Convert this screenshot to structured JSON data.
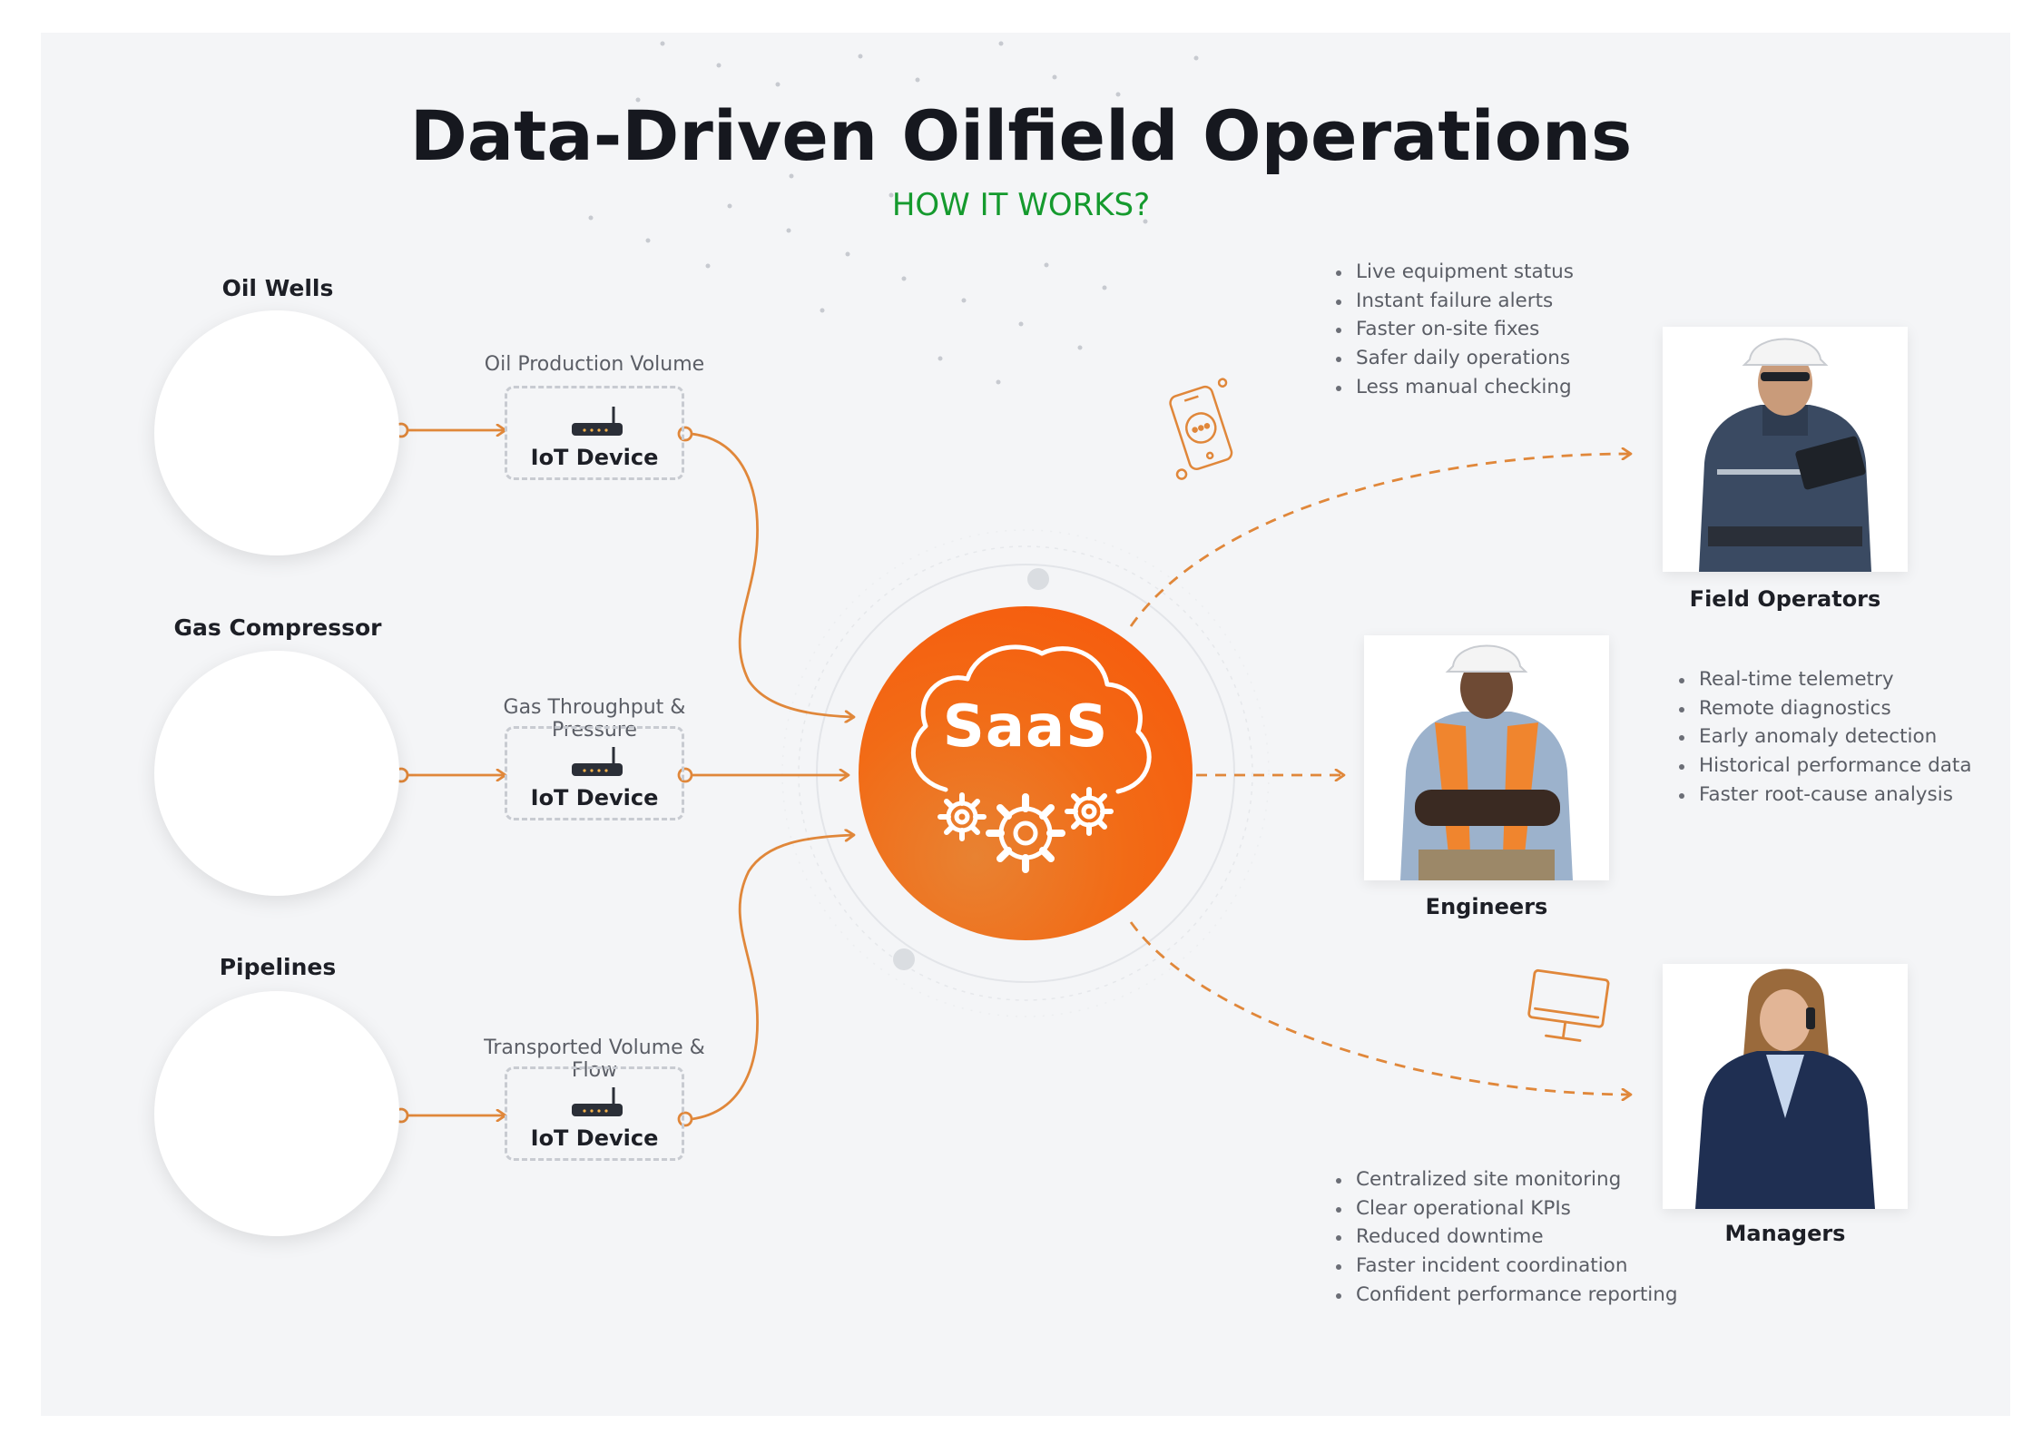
{
  "title": "Data-Driven Oilfield Operations",
  "subtitle": "HOW IT WORKS?",
  "colors": {
    "accent": "#f26b16",
    "subtitle": "#159a2e",
    "title": "#16181f",
    "arrow": "#e0873a"
  },
  "sources": [
    {
      "label": "Oil Wells",
      "icon": "oil-pump-icon",
      "metric": "Oil Production Volume",
      "device": "IoT Device"
    },
    {
      "label": "Gas Compressor",
      "icon": "gas-compressor-icon",
      "metric": "Gas Throughput & Pressure",
      "device": "IoT Device"
    },
    {
      "label": "Pipelines",
      "icon": "pipeline-valve-icon",
      "metric": "Transported Volume & Flow",
      "device": "IoT Device"
    }
  ],
  "hub": {
    "label": "SaaS",
    "icon": "cloud-gears-icon"
  },
  "roles": [
    {
      "label": "Field Operators",
      "icon": "mobile-chat-icon",
      "benefits": [
        "Live equipment status",
        "Instant failure alerts",
        "Faster on-site fixes",
        "Safer daily operations",
        "Less manual checking"
      ]
    },
    {
      "label": "Engineers",
      "benefits": [
        "Real-time telemetry",
        "Remote diagnostics",
        "Early anomaly detection",
        "Historical performance data",
        "Faster root-cause analysis"
      ]
    },
    {
      "label": "Managers",
      "icon": "desktop-monitor-icon",
      "benefits": [
        "Centralized site monitoring",
        "Clear operational KPIs",
        "Reduced downtime",
        "Faster incident coordination",
        "Confident performance reporting"
      ]
    }
  ]
}
